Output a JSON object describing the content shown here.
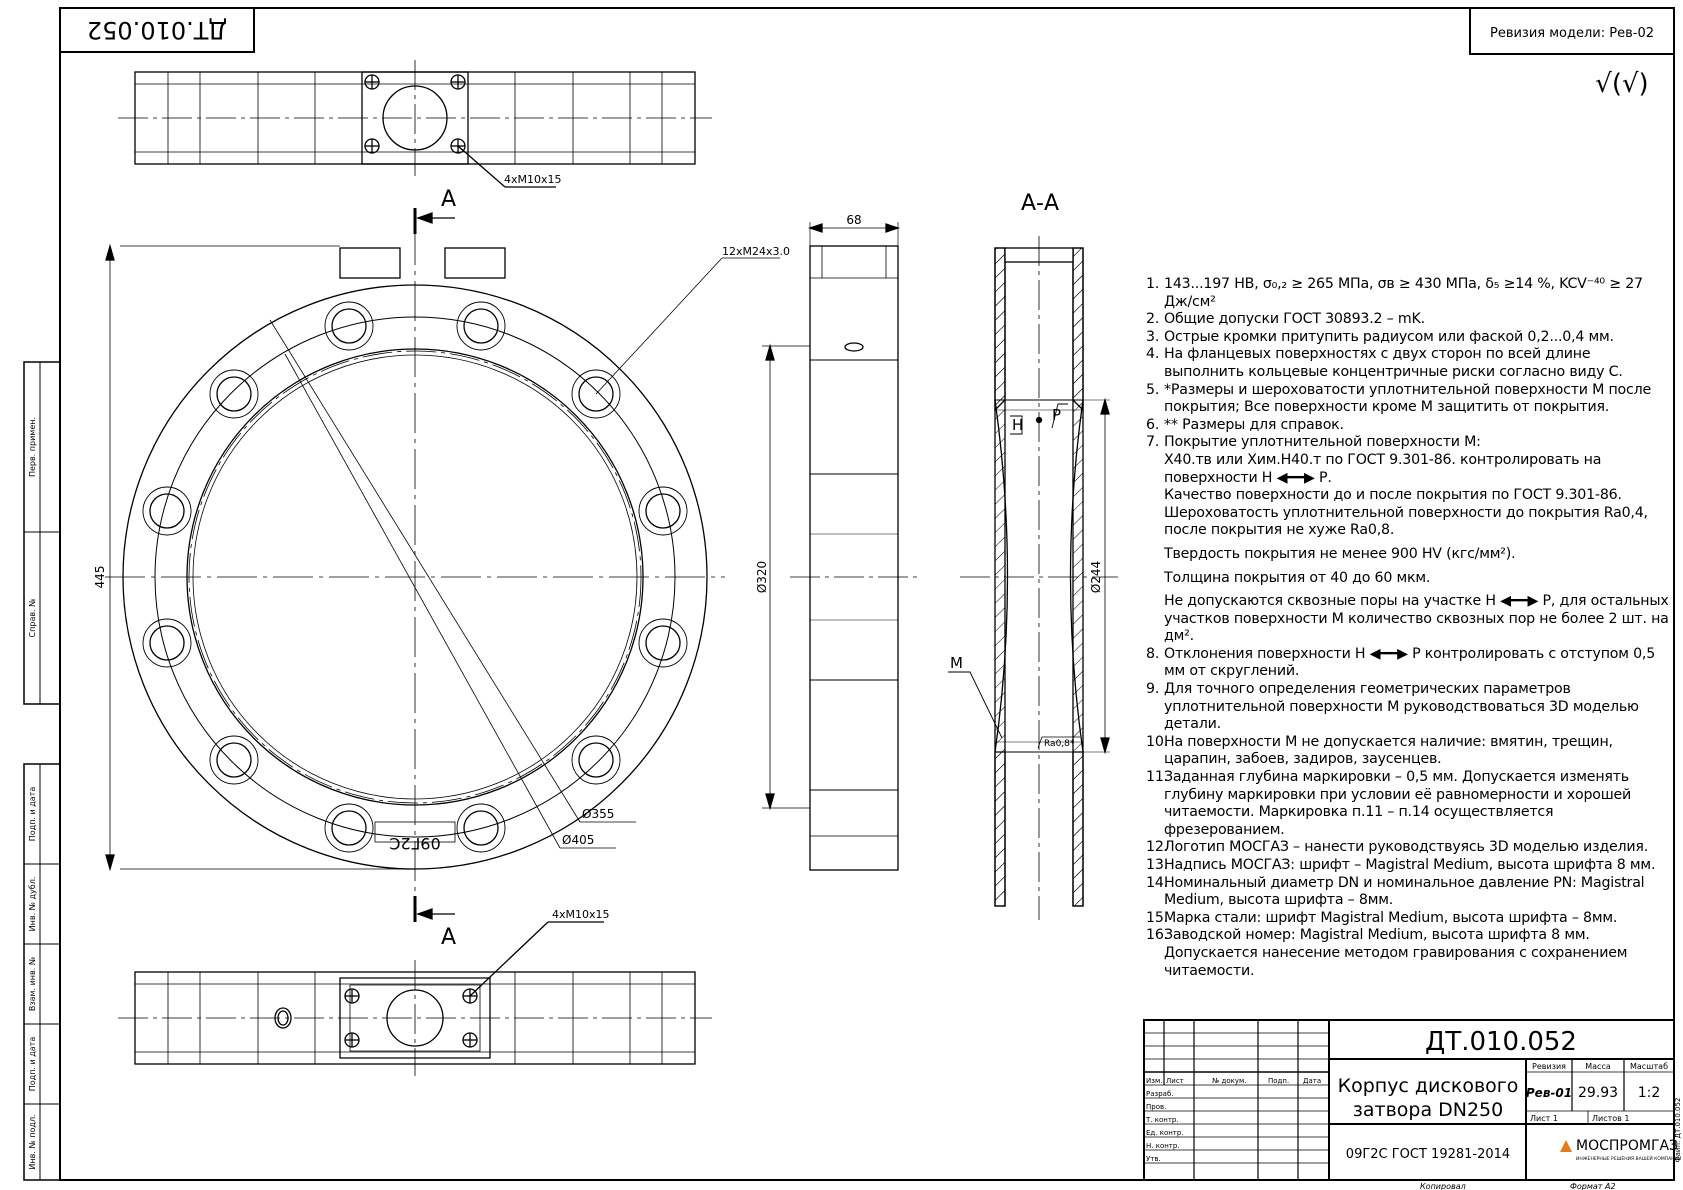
{
  "drawing": {
    "top_code": "ДТ.010.052",
    "revision_label": "Ревизия модели: Рев-02",
    "roughness_symbol": "√(√)"
  },
  "views": {
    "section_label_top": "А",
    "section_label_bottom": "А",
    "section_title": "А-А",
    "top_thread_callout": "4хМ10х15",
    "bottom_thread_callout": "4хМ10х15",
    "bolt_callout": "12хМ24х3.0",
    "dim_445": "445",
    "dim_320": "Ø320",
    "dim_68": "68",
    "dim_355": "Ø355",
    "dim_405": "Ø405",
    "dim_244": "Ø244",
    "marking": "09Г2С",
    "label_H": "Н",
    "label_P": "Р",
    "label_M": "М",
    "roughness_ra": "Ra0,8*"
  },
  "side_stamps": [
    "Перв. примен.",
    "Справ. №",
    "Подп. и дата",
    "Инв. № дубл.",
    "Взам. инв. №",
    "Подп. и дата",
    "Инв. № подл."
  ],
  "notes": [
    {
      "num": "1.",
      "lines": [
        "143...197 НВ, σ₀,₂ ≥ 265 МПа, σв ≥ 430 МПа, δ₅ ≥14 %, KCV⁻⁴⁰ ≥ 27 Дж/см²"
      ]
    },
    {
      "num": "2.",
      "lines": [
        "Общие допуски ГОСТ 30893.2 – mK."
      ]
    },
    {
      "num": "3.",
      "lines": [
        "Острые кромки притупить радиусом или фаской 0,2...0,4 мм."
      ]
    },
    {
      "num": "4.",
      "lines": [
        "На фланцевых поверхностях с двух сторон по всей длине выполнить кольцевые концентричные риски согласно виду С."
      ]
    },
    {
      "num": "5.",
      "lines": [
        "*Размеры и шероховатости уплотнительной поверхности М после покрытия; Все поверхности кроме М защитить от покрытия."
      ]
    },
    {
      "num": "6.",
      "lines": [
        "** Размеры для справок."
      ]
    },
    {
      "num": "7.",
      "lines": [
        "Покрытие уплотнительной поверхности М:",
        "Х40.тв или Хим.Н40.т по ГОСТ 9.301-86. контролировать на поверхности Н ◀━━▶ Р.",
        "Качество поверхности до и после покрытия по ГОСТ 9.301-86.",
        "Шероховатость уплотнительной поверхности до покрытия Ra0,4, после покрытия не хуже Ra0,8.",
        "Твердость покрытия не менее 900 HV (кгс/мм²).",
        "Толщина покрытия от 40 до 60 мкм.",
        "Не допускаются сквозные поры на участке Н ◀━━▶ Р, для остальных участков поверхности М количество сквозных пор не более 2 шт. на дм²."
      ]
    },
    {
      "num": "8.",
      "lines": [
        "Отклонения поверхности Н ◀━━▶ Р контролировать с отступом 0,5 мм от скруглений."
      ]
    },
    {
      "num": "9.",
      "lines": [
        "Для точного определения геометрических параметров уплотнительной поверхности М руководствоваться 3D моделью детали."
      ]
    },
    {
      "num": "10.",
      "lines": [
        "На поверхности М не допускается наличие: вмятин, трещин, царапин, забоев, задиров, заусенцев."
      ]
    },
    {
      "num": "11.",
      "lines": [
        "Заданная глубина маркировки – 0,5 мм. Допускается изменять глубину маркировки при условии её равномерности и хорошей читаемости. Маркировка п.11 – п.14 осуществляется фрезерованием."
      ]
    },
    {
      "num": "12.",
      "lines": [
        "Логотип МОСГАЗ – нанести руководствуясь 3D моделью изделия."
      ]
    },
    {
      "num": "13.",
      "lines": [
        "Надпись МОСГАЗ: шрифт – Magistral Medium, высота шрифта 8 мм."
      ]
    },
    {
      "num": "14.",
      "lines": [
        "Номинальный диаметр DN и номинальное давление PN: Magistral Medium, высота шрифта – 8мм."
      ]
    },
    {
      "num": "15.",
      "lines": [
        "Марка стали: шрифт Magistral Medium, высота шрифта – 8мм."
      ]
    },
    {
      "num": "16.",
      "lines": [
        "Заводской номер: Magistral Medium, высота шрифта 8 мм. Допускается нанесение методом гравирования с сохранением читаемости."
      ]
    }
  ],
  "title_block": {
    "designation": "ДТ.010.052",
    "name_line1": "Корпус дискового",
    "name_line2": "затвора DN250",
    "material": "09Г2С ГОСТ 19281-2014",
    "head_izm": "Изм.",
    "head_list": "Лист",
    "head_doc": "№ докум.",
    "head_sign": "Подп.",
    "head_date": "Дата",
    "rows": [
      "Разраб.",
      "Пров.",
      "Т. контр.",
      "Ед. контр.",
      "Н. контр.",
      "Утв."
    ],
    "rev_label": "Ревизия",
    "mass_label": "Масса",
    "scale_label": "Масштаб",
    "rev_value": "Рев-01",
    "mass_value": "29.93",
    "scale_value": "1:2",
    "sheet": "Лист 1",
    "sheets": "Листов 1",
    "company": "МОСПРОМГАЗ",
    "company_sub": "ИНЖЕНЕРНЫЕ РЕШЕНИЯ ВАШЕЙ КОМПАНИИ",
    "copied": "Копировал",
    "format": "Формат А2",
    "side_code": "Файл: ДТ.010.052"
  }
}
